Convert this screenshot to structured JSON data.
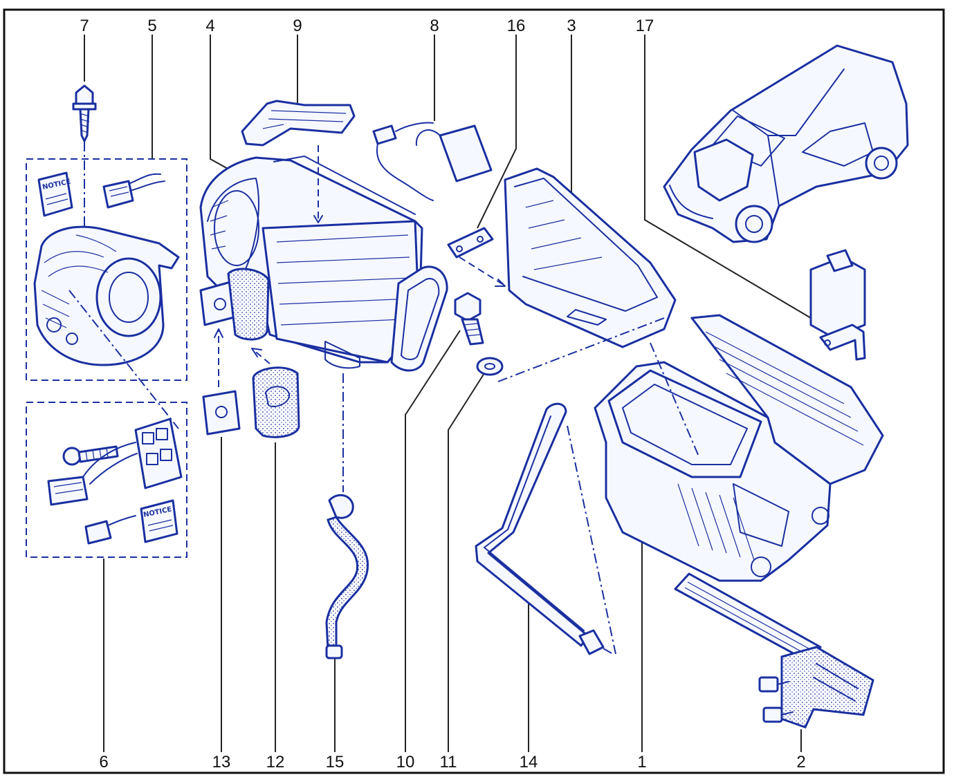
{
  "colors": {
    "line_art": "#1a2fa0",
    "frame": "#111111",
    "callouts": "#111111",
    "background": "#ffffff"
  },
  "callouts": {
    "top": [
      "7",
      "5",
      "4",
      "9",
      "8",
      "16",
      "3",
      "17"
    ],
    "bottom": [
      "6",
      "13",
      "12",
      "15",
      "10",
      "11",
      "14",
      "1",
      "2"
    ]
  },
  "notice_labels": {
    "kit_5": "NOTICE",
    "kit_6": "NOTICE"
  },
  "icons": [
    "screw-icon",
    "blower-motor-icon",
    "wiring-connector-icon",
    "heater-housing-icon",
    "air-duct-icon",
    "electronic-module-icon",
    "bracket-icon",
    "air-distributor-icon",
    "van-icon",
    "relay-icon",
    "bolt-icon",
    "washer-icon",
    "expansion-valve-icon",
    "foam-seal-icon",
    "drain-hose-icon",
    "heater-matrix-icon",
    "pipe-icon",
    "resistor-pack-icon"
  ]
}
